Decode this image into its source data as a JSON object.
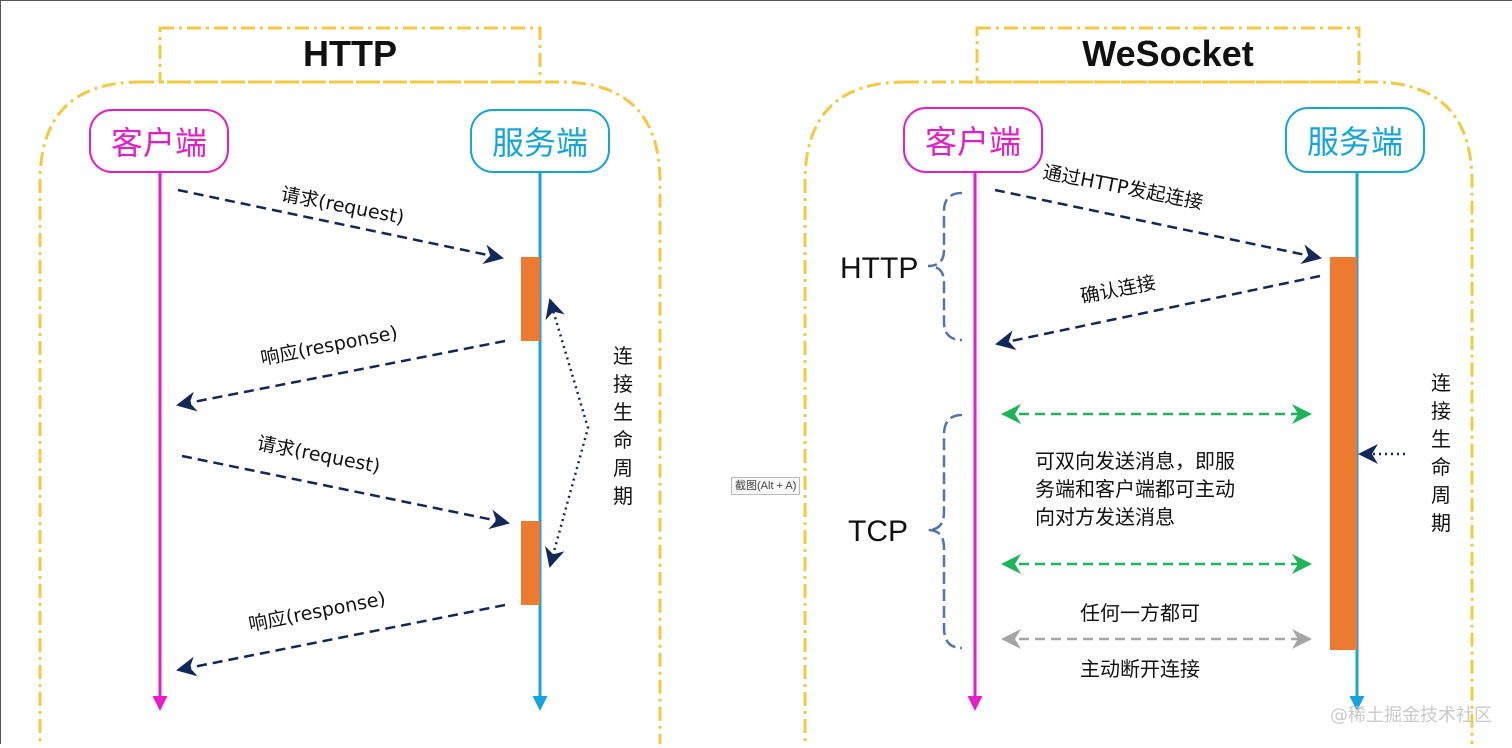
{
  "tooltip": "截图(Alt + A)",
  "watermark": "@稀土掘金技术社区",
  "colors": {
    "frame": "#f5c842",
    "client": "#e61ec8",
    "server": "#14a5dc",
    "dark_arrow": "#12285a",
    "bar": "#ec7a30",
    "green_arrow": "#1eb45a",
    "gray_arrow": "#a5a5a5",
    "brace": "#4f73b4"
  },
  "http_panel": {
    "title": "HTTP",
    "client": "客户端",
    "server": "服务端",
    "msg_request_1": "请求(request)",
    "msg_response_1": "响应(response)",
    "msg_request_2": "请求(request)",
    "msg_response_2": "响应(response)",
    "lifecycle": [
      "连",
      "接",
      "生",
      "命",
      "周",
      "期"
    ]
  },
  "ws_panel": {
    "title": "WeSocket",
    "client": "客户端",
    "server": "服务端",
    "msg_initiate": "通过HTTP发起连接",
    "msg_confirm": "确认连接",
    "label_http": "HTTP",
    "label_tcp": "TCP",
    "bidirectional_lines": [
      "可双向发送消息，即服",
      "务端和客户端都可主动",
      "向对方发送消息"
    ],
    "either_side": "任何一方都可",
    "disconnect": "主动断开连接",
    "lifecycle": [
      "连",
      "接",
      "生",
      "命",
      "周",
      "期"
    ]
  }
}
